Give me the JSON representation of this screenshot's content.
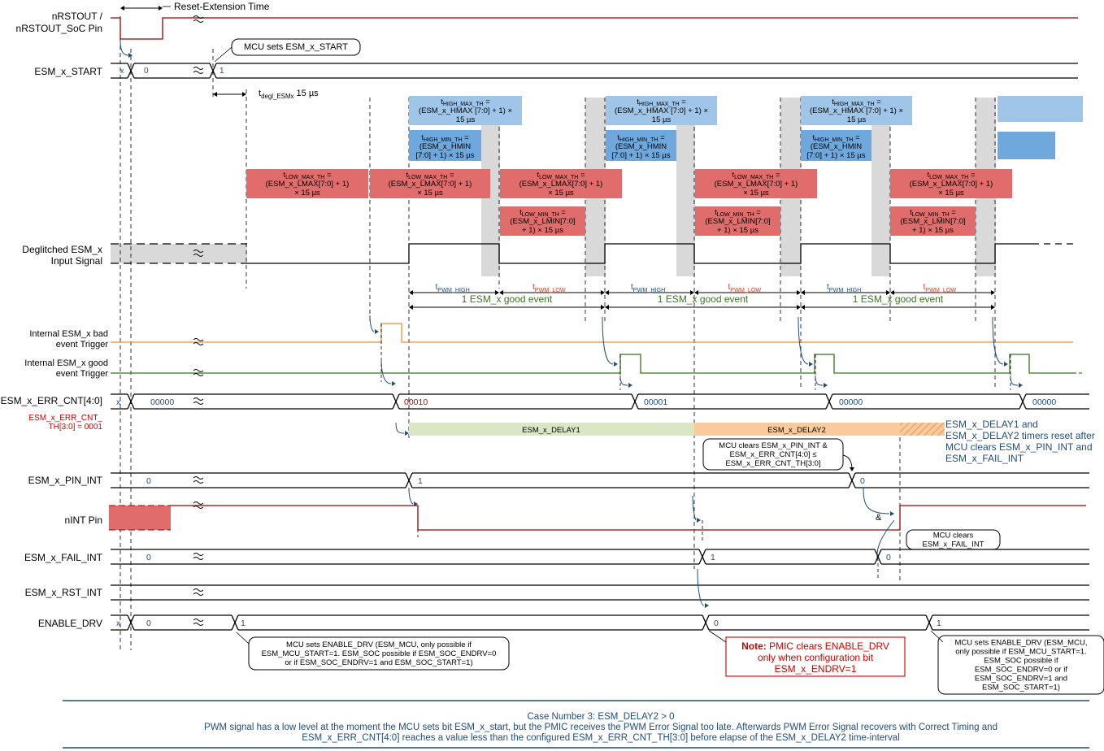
{
  "colors": {
    "red": "#e06c6c",
    "blue": "#6fa8dc",
    "light_blue": "#9fc5e8",
    "gray": "#d9d9d9",
    "green": "#38761d",
    "orange": "#e69138",
    "maroon": "#990000",
    "navy": "#1f4e79",
    "delay1": "#d9e7c4",
    "delay2": "#f9cb9c"
  },
  "signals": {
    "nrstout": "nRSTOUT /\nnRSTOUT_SoC Pin",
    "start": "ESM_x_START",
    "deglitched": "Deglitched ESM_x\nInput Signal",
    "bad_trigger": "Internal ESM_x bad\nevent Trigger",
    "good_trigger": "Internal ESM_x good\nevent Trigger",
    "err_cnt": "ESM_x_ERR_CNT[4:0]",
    "err_cnt_th": "ESM_x_ERR_CNT_\nTH[3:0] = 0001",
    "pin_int": "ESM_x_PIN_INT",
    "nint": "nINT Pin",
    "fail_int": "ESM_x_FAIL_INT",
    "rst_int": "ESM_x_RST_INT",
    "enable_drv": "ENABLE_DRV"
  },
  "values": {
    "x": "x",
    "zero": "0",
    "one": "1",
    "cnt0": "00000",
    "cnt2": "00010",
    "cnt1": "00001"
  },
  "labels": {
    "reset_ext": "Reset-Extension Time",
    "mcu_sets_start": "MCU sets ESM_x_START",
    "tdegl": "t",
    "tdegl_sub": "degl_ESMx",
    "tdegl_val": " 15 µs",
    "tpwm_high": "t",
    "tpwm_high_sub": "PWM_HIGH",
    "tpwm_low": "t",
    "tpwm_low_sub": "PWM_LOW",
    "good_event": "1 ESM_x good event",
    "delay1": "ESM_x_DELAY1",
    "delay2": "ESM_x_DELAY2",
    "delay_note": "ESM_x_DELAY1 and\nESM_x_DELAY2 timers reset after\nMCU clears ESM_x_PIN_INT and\nESM_x_FAIL_INT",
    "amp": "&"
  },
  "boxes": {
    "low_max": "t|LOW_MAX_TH| =\n(ESM_x_LMAX[7:0] + 1)\n× 15 µs",
    "low_min": "t|LOW_MIN_TH| =\n(ESM_x_LMIN[7:0]\n+ 1) × 15 µs",
    "high_max": "t|HIGH_MAX_TH| =\n(ESM_x_HMAX [7:0] + 1) ×\n15 µs",
    "high_min": "t|HIGH_MIN_TH| =\n(ESM_x_HMIN\n[7:0] + 1) × 15 µs"
  },
  "callouts": {
    "mcu_clears_pin": "MCU clears ESM_x_PIN_INT  &\nESM_x_ERR_CNT[4:0] ≤\nESM_x_ERR_CNT_TH[3:0]",
    "mcu_clears_fail": "MCU clears\nESM_x_FAIL_INT",
    "enable_drv_1": "MCU sets ENABLE_DRV  (ESM_MCU, only possible if\nESM_MCU_START=1. ESM_SOC possible if ESM_SOC_ENDRV=0\nor if ESM_SOC_ENDRV=1 and ESM_SOC_START=1)",
    "note_bold": "Note:",
    "note_rest": " PMIC clears ENABLE_DRV",
    "note_lines": "only when configuration bit\nESM_x_ENDRV=1",
    "enable_drv_2": "MCU sets ENABLE_DRV  (ESM_MCU,\nonly possible if ESM_MCU_START=1.\nESM_SOC possible if\nESM_SOC_ENDRV=0 or if\nESM_SOC_ENDRV=1 and\nESM_SOC_START=1)"
  },
  "caption": {
    "line1": "Case Number 3: ESM_DELAY2 > 0",
    "line2": "PWM signal has a low level at the moment the MCU sets bit ESM_x_start, but the PMIC receives the PWM Error Signal too late. Afterwards PWM Error Signal recovers with Correct Timing and",
    "line3": "ESM_x_ERR_CNT[4:0] reaches a value less than the configured ESM_x_ERR_CNT_TH[3:0] before elapse of the ESM_x_DELAY2 time-interval"
  }
}
